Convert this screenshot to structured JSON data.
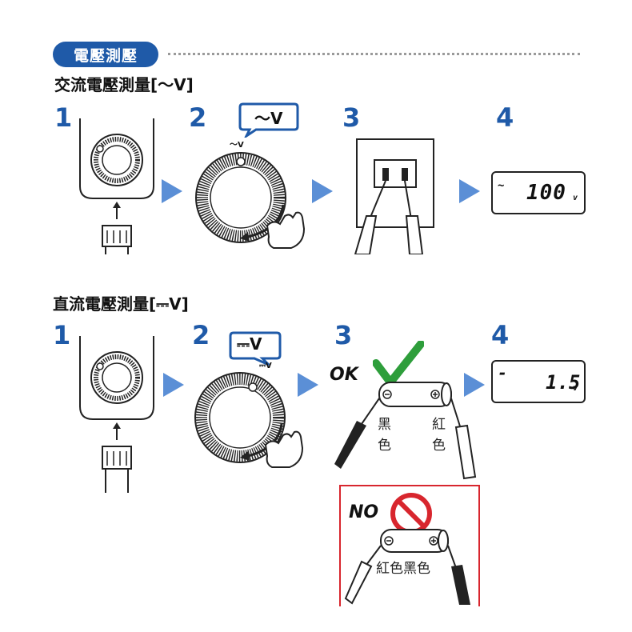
{
  "header": {
    "badge": "電壓測壓"
  },
  "ac_section": {
    "title": "交流電壓測量",
    "mode_symbol": "～V",
    "steps": [
      "1",
      "2",
      "3",
      "4"
    ],
    "callout": "～V",
    "dial_label": "～V",
    "display": {
      "prefix": "~",
      "value": "100",
      "unit": "v"
    }
  },
  "dc_section": {
    "title": "直流電壓測量",
    "mode_symbol": "⎓V",
    "steps": [
      "1",
      "2",
      "3",
      "4"
    ],
    "callout": "⎓V",
    "dial_label": "⎓V",
    "display": {
      "prefix": "-",
      "value": "1.5",
      "unit": "v"
    },
    "ok_label": "OK",
    "ok_probe_black": "黑色",
    "ok_probe_red": "紅色",
    "no_label": "NO",
    "no_probe_text": "紅色黑色"
  },
  "colors": {
    "brand": "#1f5aa8",
    "arrow": "#5b8fd6",
    "ok": "#2e9e3b",
    "no": "#d8262e"
  }
}
